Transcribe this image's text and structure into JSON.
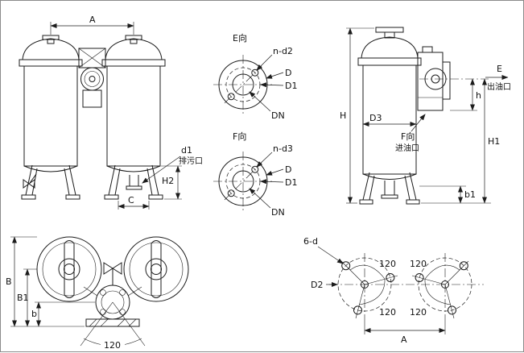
{
  "drawing": {
    "front_view": {
      "dim_a": "A",
      "d1": "d1",
      "drain_label": "排污口",
      "dim_h2": "H2",
      "dim_c": "C"
    },
    "flange_e": {
      "view": "E向",
      "holes": "n-d2",
      "d": "D",
      "d1": "D1",
      "dn": "DN"
    },
    "flange_f": {
      "view": "F向",
      "holes": "n-d3",
      "d": "D",
      "d1": "D1",
      "dn": "DN"
    },
    "side_view": {
      "dim_h_total": "H",
      "dim_d3": "D3",
      "e": "E",
      "outlet_label": "出油口",
      "dim_h_small": "h",
      "f_view": "F向",
      "inlet_label": "进油口",
      "dim_h1": "H1",
      "dim_b1": "b1"
    },
    "top_view": {
      "dim_b": "B",
      "dim_b1": "B1",
      "dim_b_small": "b",
      "angle": "120"
    },
    "hole_pattern": {
      "holes": "6-d",
      "angle_tl": "120",
      "angle_tr": "120",
      "angle_bl": "120",
      "angle_br": "120",
      "dim_d2": "D2",
      "dim_a": "A"
    }
  }
}
